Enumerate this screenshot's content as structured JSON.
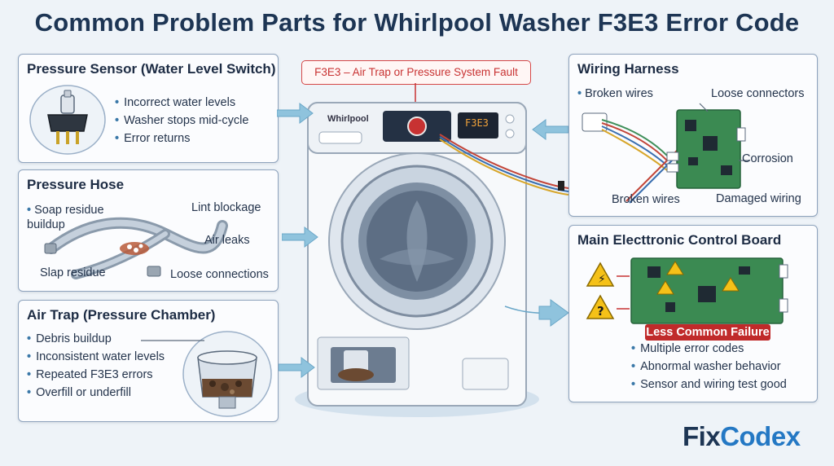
{
  "title": "Common Problem Parts for Whirlpool Washer F3E3 Error Code",
  "fault_label": "F3E3 – Air Trap or Pressure System Fault",
  "washer": {
    "brand": "Whirlpool",
    "display": "F3E3"
  },
  "pressure_sensor": {
    "title": "Pressure Sensor (Water Level Switch)",
    "bullets": [
      "Incorrect water levels",
      "Washer stops mid-cycle",
      "Error returns"
    ]
  },
  "pressure_hose": {
    "title": "Pressure Hose",
    "callouts": {
      "soap_buildup": "Soap residue\nbuildup",
      "lint": "Lint blockage",
      "air_leaks": "Air leaks",
      "soap_residue": "Slap residue",
      "loose": "Loose connections"
    }
  },
  "air_trap": {
    "title": "Air Trap (Pressure Chamber)",
    "bullets": [
      "Debris buildup",
      "Inconsistent water levels",
      "Repeated F3E3 errors",
      "Overfill or underfill"
    ]
  },
  "wiring_harness": {
    "title": "Wiring Harness",
    "callouts": {
      "broken_top": "Broken wires",
      "loose": "Loose connectors",
      "corrosion": "Corrosion",
      "broken_bottom": "Broken wires",
      "damaged": "Damaged wiring"
    }
  },
  "control_board": {
    "title": "Main Electtronic Control Board",
    "badge": "Less Common Failure",
    "bullets": [
      "Multiple error codes",
      "Abnormal washer behavior",
      "Sensor and wiring test good"
    ]
  },
  "logo": {
    "part1": "Fix",
    "part2": "Codex"
  },
  "colors": {
    "title": "#1d3554",
    "accent": "#2478c4",
    "alert": "#c02a2a",
    "arrow": "#8fc3dd"
  }
}
